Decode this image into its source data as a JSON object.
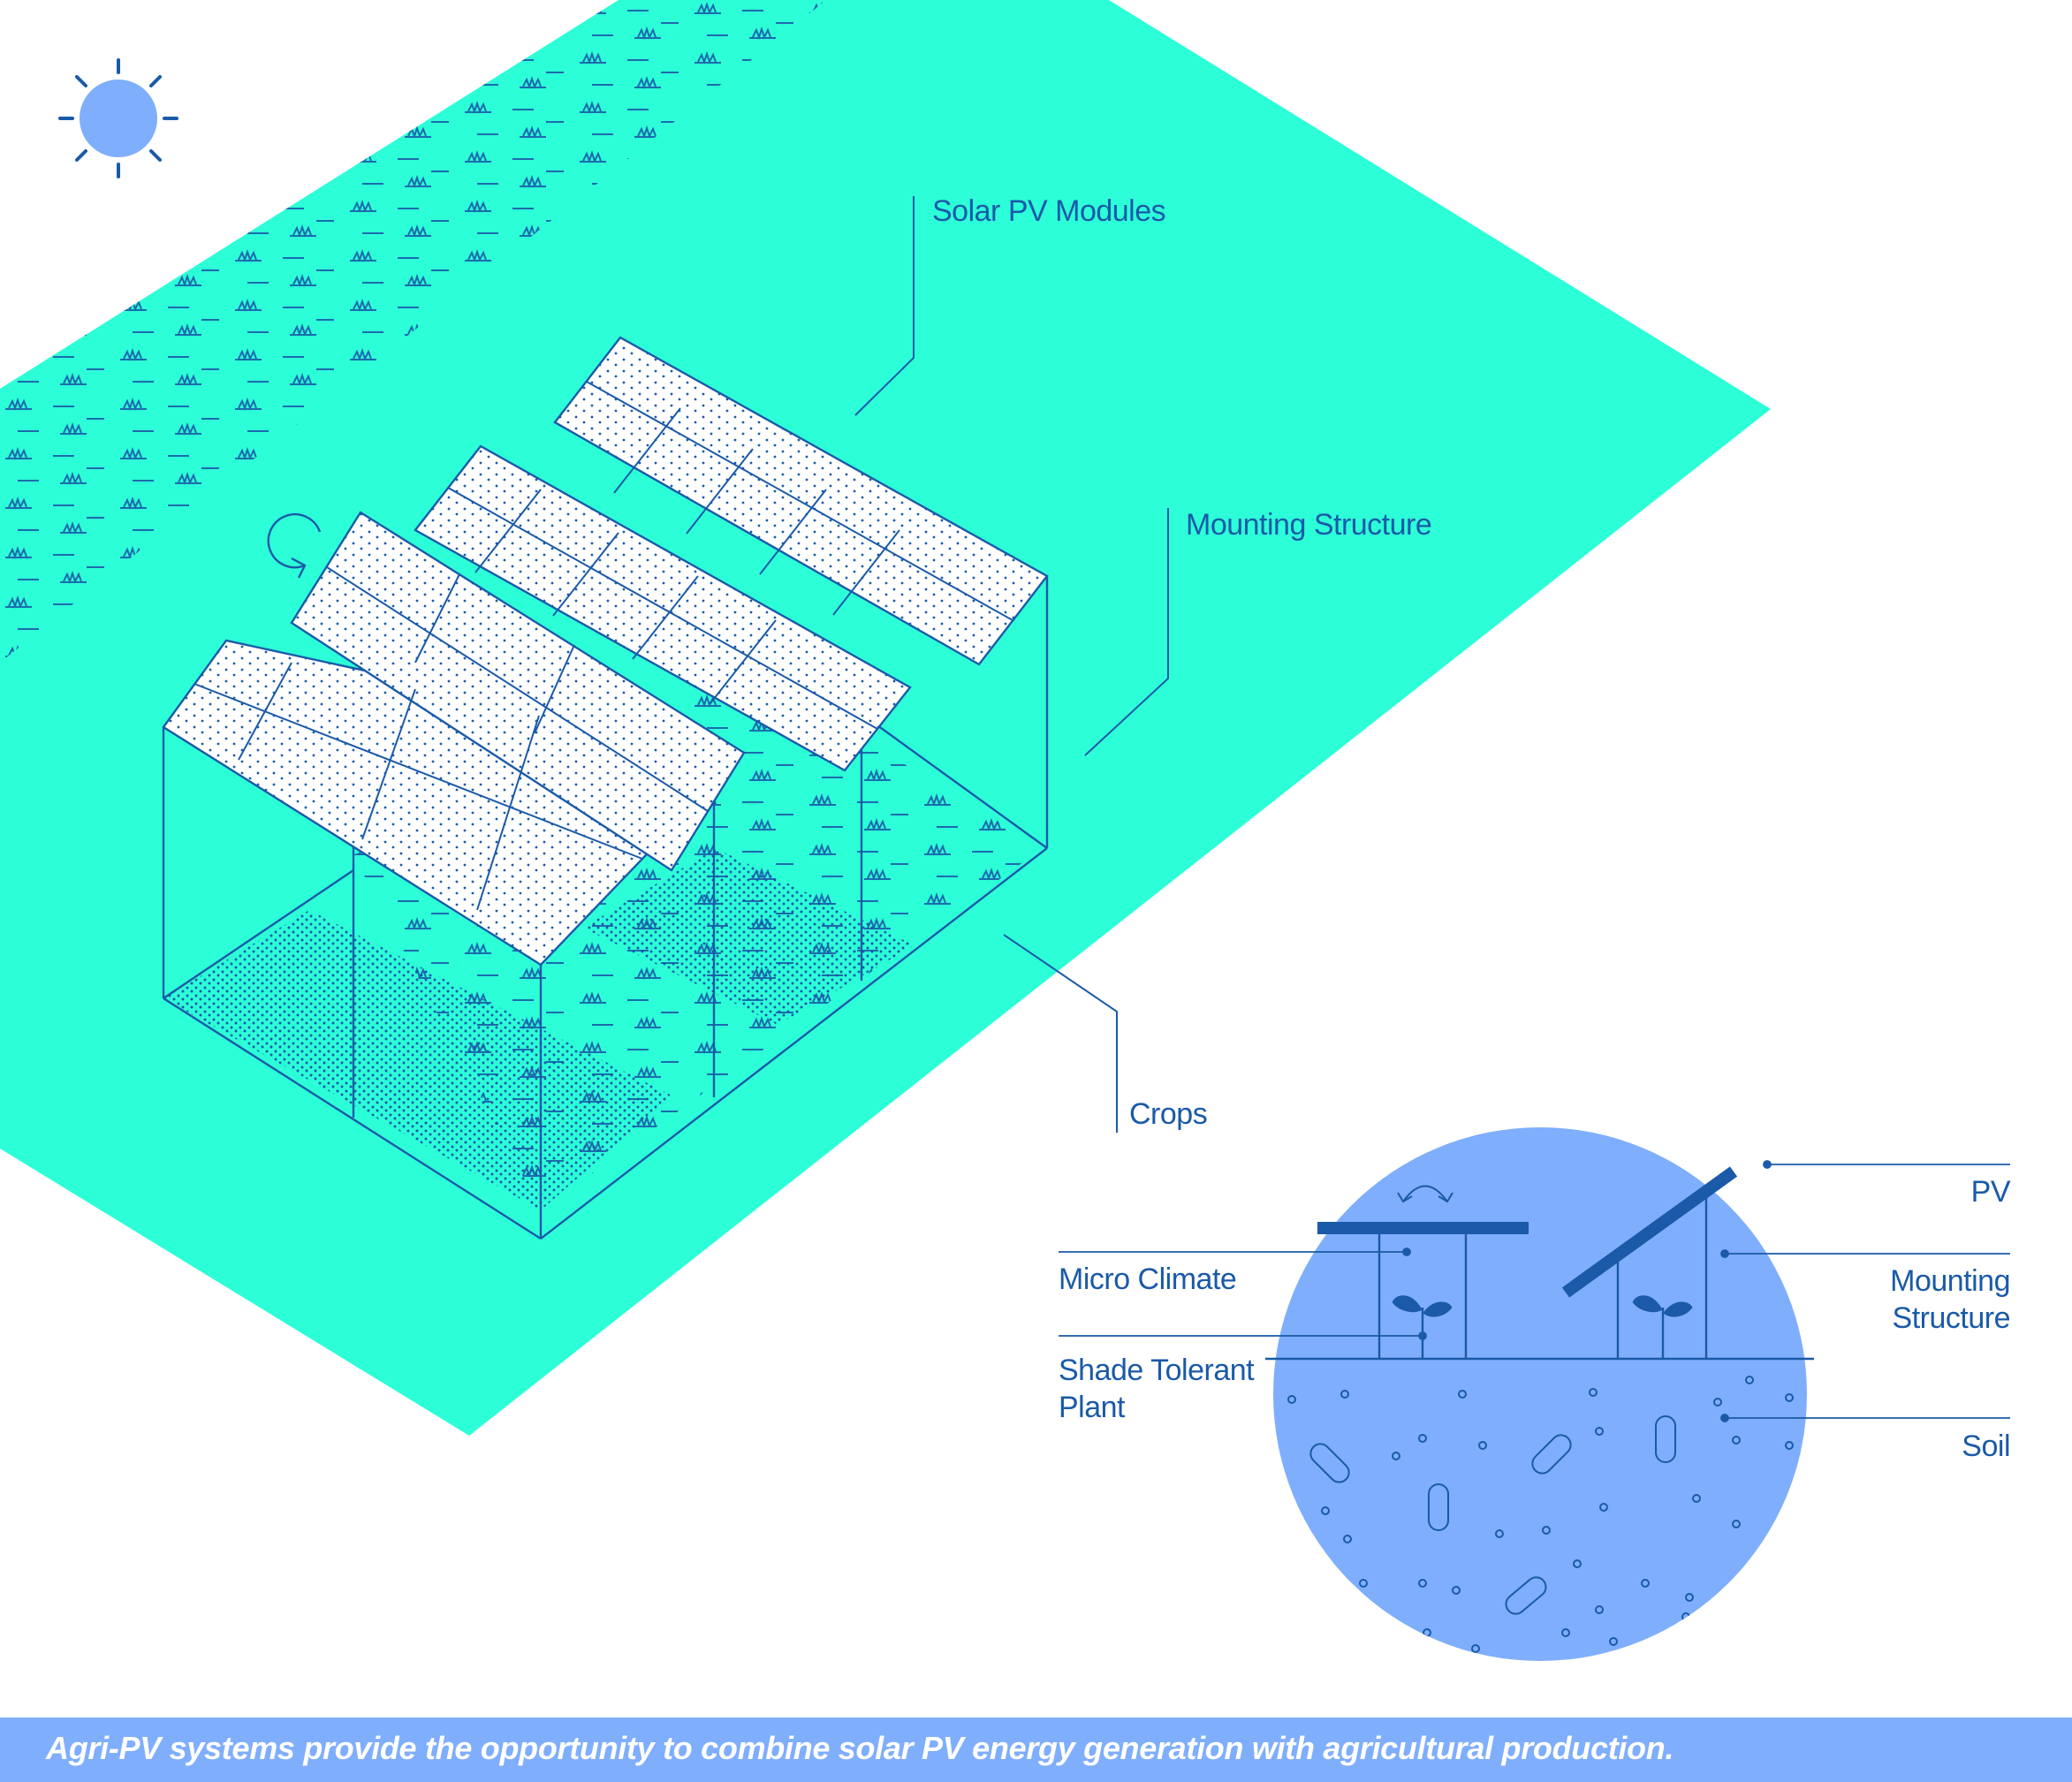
{
  "labels": {
    "solar_pv_modules": "Solar PV Modules",
    "mounting_structure": "Mounting Structure",
    "crops": "Crops",
    "pv": "PV",
    "mounting_structure_detail_line1": "Mounting",
    "mounting_structure_detail_line2": "Structure",
    "micro_climate": "Micro Climate",
    "shade_tolerant_line1": "Shade Tolerant",
    "shade_tolerant_line2": "Plant",
    "soil": "Soil"
  },
  "caption": "Agri-PV systems provide the opportunity to combine solar PV energy generation with agricultural production.",
  "colors": {
    "field": "#2cffd8",
    "line": "#1a5aa8",
    "circle": "#7faefc",
    "caption_bar": "#7faefc",
    "panel": "#ffffff"
  },
  "icons": [
    "sun-icon",
    "rotate-arrow-icon",
    "seedling-icon"
  ]
}
